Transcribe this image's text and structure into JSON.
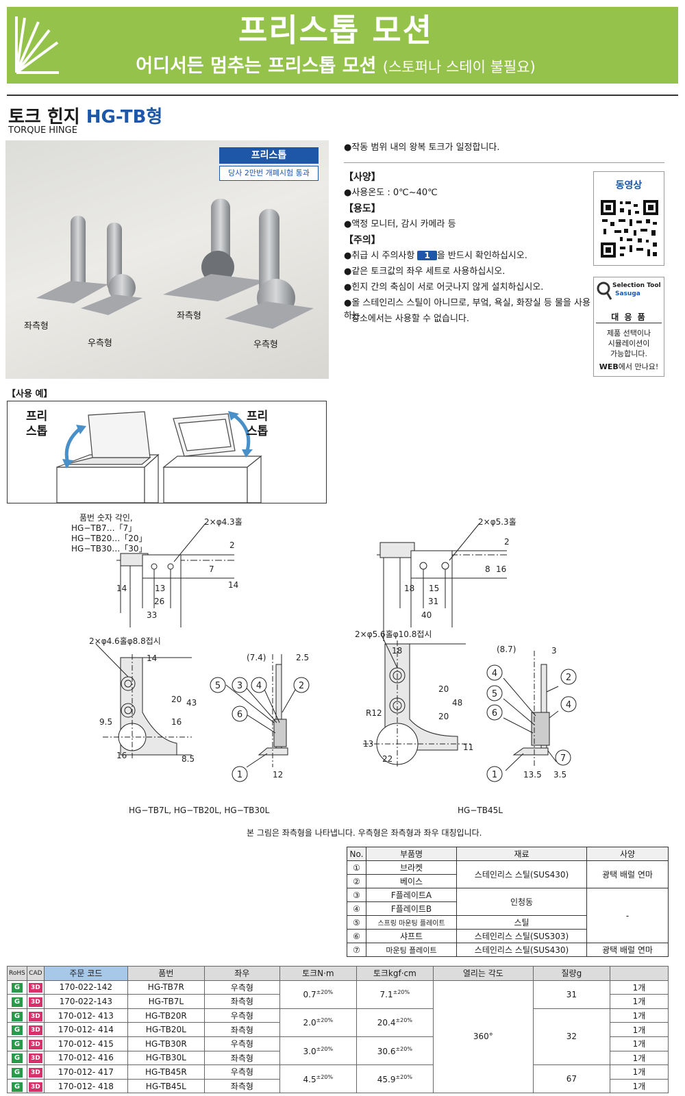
{
  "banner": {
    "title": "프리스톱 모션",
    "subtitle": "어디서든 멈추는 프리스톱 모션",
    "subtitle_note": "(스토퍼나 스테이 불필요)"
  },
  "product": {
    "title": "토크 힌지",
    "model": "HG-TB형",
    "subtitle": "TORQUE HINGE"
  },
  "photo": {
    "badge": "프리스톱",
    "badge_note": "당사 2만번 개폐시험 통과",
    "labels": [
      "좌측형",
      "우측형",
      "좌측형",
      "우측형"
    ]
  },
  "spec": {
    "intro": "●작동 범위 내의 왕복 토크가 일정합니다.",
    "spec_head": "【사양】",
    "spec_temp": "●사용온도 : 0℃~40℃",
    "use_head": "【용도】",
    "use_text": "●액정 모니터, 감시 카메라 등",
    "caution_head": "【주의】",
    "caution1_pre": "●취급 시 주의사항",
    "caution1_badge": "1",
    "caution1_post": "을 반드시 확인하십시오.",
    "caution2": "●같은 토크값의 좌우 세트로 사용하십시오.",
    "caution3": "●힌지 간의 축심이 서로 어긋나지 않게 설치하십시오.",
    "caution4a": "●올 스테인리스 스틸이 아니므로, 부엌, 욕실, 화장실 등 물을 사용하는",
    "caution4b": "장소에서는 사용할 수 없습니다."
  },
  "side": {
    "video": "동영상",
    "sel_brand1": "Selection Tool",
    "sel_brand2": "Sasuga",
    "sel_title": "대 응 품",
    "sel_text1": "제품 선택이나",
    "sel_text2": "시뮬레이션이",
    "sel_text3": "가능합니다.",
    "sel_web_bold": "WEB",
    "sel_web_rest": "에서 만나요!"
  },
  "usage": {
    "label": "【사용 예】",
    "left_text1": "프리",
    "left_text2": "스톱",
    "right_text1": "프리",
    "right_text2": "스톱"
  },
  "drawing": {
    "note1": "품번 숫자 각인,",
    "note2": "HG−TB7…「7」",
    "note3": "HG−TB20…「20」",
    "note4": "HG−TB30…「30」",
    "hole_a": "2×φ4.3홀",
    "hole_b": "2×φ5.3홀",
    "hole_c": "2×φ4.6홀φ8.8접시",
    "hole_d": "2×φ5.6홀φ10.8접시",
    "caption_a": "HG−TB7L, HG−TB20L, HG−TB30L",
    "caption_b": "HG−TB45L",
    "mirror_note": "본 그림은 좌측형을 나타냅니다. 우측형은 좌측형과 좌우 대칭입니다."
  },
  "parts_table": {
    "headers": [
      "No.",
      "부품명",
      "재료",
      "사양"
    ],
    "rows": [
      {
        "no": "①",
        "name": "브라켓"
      },
      {
        "no": "②",
        "name": "베이스"
      },
      {
        "no": "③",
        "name": "F플레이트A"
      },
      {
        "no": "④",
        "name": "F플레이트B"
      },
      {
        "no": "⑤",
        "name": "스프링 마운팅 플레이트"
      },
      {
        "no": "⑥",
        "name": "샤프트"
      },
      {
        "no": "⑦",
        "name": "마운팅 플레이트"
      }
    ],
    "materials": [
      "스테인리스 스틸(SUS430)",
      "인청동",
      "스틸",
      "스테인리스 스틸(SUS303)",
      "스테인리스 스틸(SUS430)"
    ],
    "finishes": [
      "광택 배럴 연마",
      "-",
      "광택 배럴 연마"
    ]
  },
  "order_table": {
    "headers": [
      "RoHS",
      "CAD",
      "주문 코드",
      "품번",
      "좌우",
      "토크N·m",
      "토크kgf·cm",
      "열리는 각도",
      "질량g",
      ""
    ],
    "rohs_mark": "G",
    "cad_mark": "3D",
    "rows": [
      {
        "code": "170-022-142",
        "part": "HG-TB7R",
        "side": "우측형",
        "qty": "1개"
      },
      {
        "code": "170-022-143",
        "part": "HG-TB7L",
        "side": "좌측형",
        "qty": "1개"
      },
      {
        "code": "170-012- 413",
        "part": "HG-TB20R",
        "side": "우측형",
        "qty": "1개"
      },
      {
        "code": "170-012- 414",
        "part": "HG-TB20L",
        "side": "좌측형",
        "qty": "1개"
      },
      {
        "code": "170-012- 415",
        "part": "HG-TB30R",
        "side": "우측형",
        "qty": "1개"
      },
      {
        "code": "170-012- 416",
        "part": "HG-TB30L",
        "side": "좌측형",
        "qty": "1개"
      },
      {
        "code": "170-012- 417",
        "part": "HG-TB45R",
        "side": "우측형",
        "qty": "1개"
      },
      {
        "code": "170-012- 418",
        "part": "HG-TB45L",
        "side": "좌측형",
        "qty": "1개"
      }
    ],
    "torque_nm": [
      "0.7",
      "2.0",
      "3.0",
      "4.5"
    ],
    "torque_kgf": [
      "7.1",
      "20.4",
      "30.6",
      "45.9"
    ],
    "tolerance": "±20%",
    "angle": "360°",
    "mass": [
      "31",
      "32",
      "67"
    ]
  }
}
